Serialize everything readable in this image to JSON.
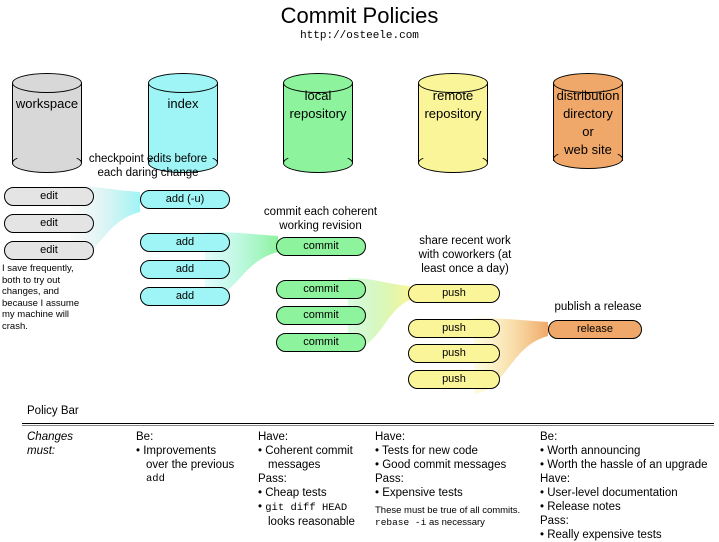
{
  "header": {
    "title": "Commit Policies",
    "url": "http://osteele.com"
  },
  "stores": {
    "workspace": "workspace",
    "index": "index",
    "local": [
      "local",
      "repository"
    ],
    "remote": [
      "remote",
      "repository"
    ],
    "distribution": [
      "distribution",
      "directory",
      "or",
      "web site"
    ]
  },
  "colors": {
    "workspace": "#d8d8d8",
    "index": "#9ff5f6",
    "local": "#8ef39d",
    "remote": "#fbf59a",
    "distribution": "#f0a86a"
  },
  "flow": {
    "checkpoint_caption": [
      "checkpoint edits before",
      "each daring change"
    ],
    "edit_label": "edit",
    "add_u_label": "add (-u)",
    "add_label": "add",
    "commit_caption": [
      "commit each coherent",
      "working revision"
    ],
    "commit_label": "commit",
    "share_caption": [
      "share recent work",
      "with coworkers (at",
      "least once a day)"
    ],
    "push_label": "push",
    "publish_caption": "publish a release",
    "release_label": "release",
    "save_note": [
      "I save frequently,",
      "both to try out",
      "changes, and",
      "because I assume",
      "my machine will",
      "crash."
    ]
  },
  "policy": {
    "bar_title": "Policy Bar",
    "changes_must": [
      "Changes",
      "must:"
    ],
    "col1": {
      "head": "Be:",
      "item1": "Improvements",
      "item1b": "over the previous",
      "item1c": "add"
    },
    "col2": {
      "head": "Have:",
      "item1": "Coherent commit",
      "item1b": "messages",
      "pass": "Pass:",
      "item2": "Cheap tests",
      "item3": "git diff HEAD",
      "item3b": "looks reasonable"
    },
    "col3": {
      "head": "Have:",
      "item1": "Tests for new code",
      "item2": "Good commit messages",
      "pass": "Pass:",
      "item3": "Expensive tests",
      "foot1": "These must be true of all commits.",
      "foot2a": "rebase -i",
      "foot2b": " as necessary"
    },
    "col4": {
      "head": "Be:",
      "item1": "Worth announcing",
      "item2": "Worth the hassle of an upgrade",
      "have": "Have:",
      "item3": "User-level documentation",
      "item4": "Release notes",
      "pass": "Pass:",
      "item5": "Really expensive tests"
    }
  }
}
